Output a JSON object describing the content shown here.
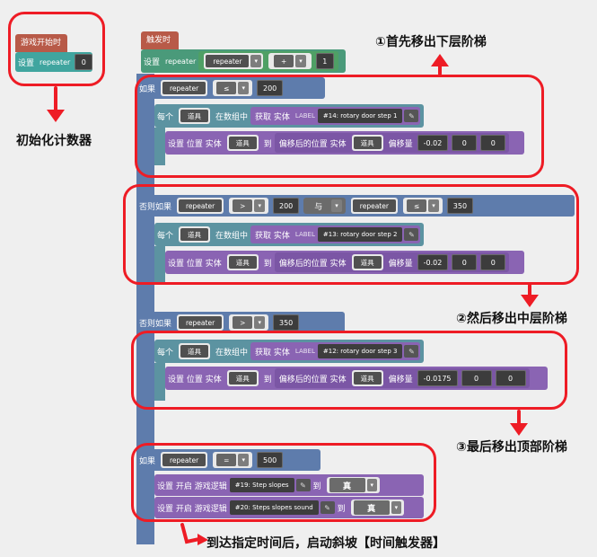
{
  "start_event": {
    "title": "游戏开始时",
    "set_label": "设置",
    "var": "repeater",
    "value": "0"
  },
  "trigger_event": {
    "title": "触发时",
    "set_label": "设置",
    "var": "repeater",
    "op": "+",
    "value": "1"
  },
  "block1": {
    "if_label": "如果",
    "var": "repeater",
    "op": "≤",
    "value": "200",
    "each_label": "每个",
    "item": "道具",
    "in_label": "在数组中",
    "get_label": "获取 实体",
    "label_tag": "LABEL",
    "entity": "#14: rotary door step 1",
    "setpos_label": "设置 位置 实体",
    "item2": "道具",
    "to_label": "到",
    "offset_label": "偏移后的位置 实体",
    "item3": "道具",
    "offset_amount_label": "偏移量",
    "dx": "-0.02",
    "dy": "0",
    "dz": "0"
  },
  "block2": {
    "elseif_label": "否则如果",
    "var1": "repeater",
    "op1": ">",
    "value1": "200",
    "and_label": "与",
    "var2": "repeater",
    "op2": "≤",
    "value2": "350",
    "each_label": "每个",
    "item": "道具",
    "in_label": "在数组中",
    "get_label": "获取 实体",
    "label_tag": "LABEL",
    "entity": "#13: rotary door step 2",
    "setpos_label": "设置 位置 实体",
    "item2": "道具",
    "to_label": "到",
    "offset_label": "偏移后的位置 实体",
    "item3": "道具",
    "offset_amount_label": "偏移量",
    "dx": "-0.02",
    "dy": "0",
    "dz": "0"
  },
  "block3": {
    "elseif_label": "否则如果",
    "var": "repeater",
    "op": ">",
    "value": "350",
    "each_label": "每个",
    "item": "道具",
    "in_label": "在数组中",
    "get_label": "获取 实体",
    "label_tag": "LABEL",
    "entity": "#12: rotary door step 3",
    "setpos_label": "设置 位置 实体",
    "item2": "道具",
    "to_label": "到",
    "offset_label": "偏移后的位置 实体",
    "item3": "道具",
    "offset_amount_label": "偏移量",
    "dx": "-0.0175",
    "dy": "0",
    "dz": "0"
  },
  "block4": {
    "if_label": "如果",
    "var": "repeater",
    "op": "=",
    "value": "500",
    "set1_label": "设置 开启 游戏逻辑",
    "logic1": "#19: Step slopes",
    "to1": "到",
    "val1": "真",
    "set2_label": "设置 开启 游戏逻辑",
    "logic2": "#20: Steps slopes sound",
    "to2": "到",
    "val2": "真"
  },
  "annotations": {
    "a1": "①首先移出下层阶梯",
    "a2": "②然后移出中层阶梯",
    "a3": "③最后移出顶部阶梯",
    "init": "初始化计数器",
    "bottom": "到达指定时间后，启动斜坡【时间触发器】"
  },
  "colors": {
    "annotation_red": "#ee1c25",
    "control": "#5e7cac",
    "loop": "#5c93a1",
    "motion": "#8a64b3",
    "math": "#4fa065",
    "event": "#b85a48"
  }
}
